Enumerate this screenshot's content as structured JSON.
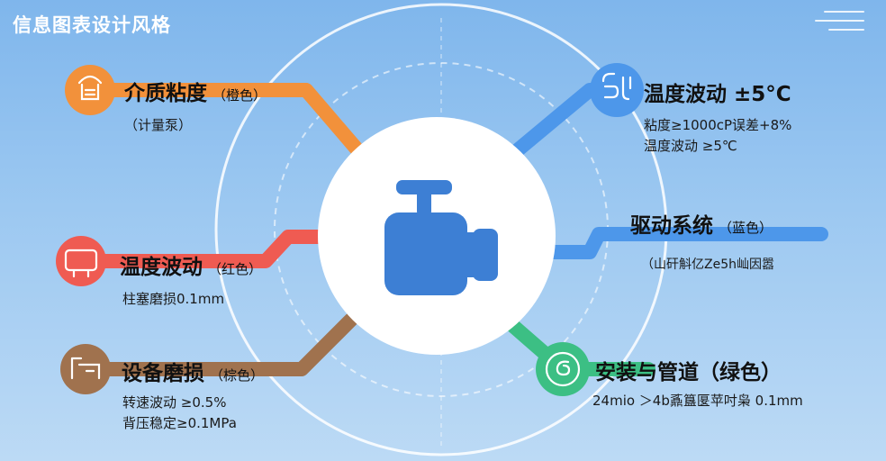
{
  "page": {
    "title": "信息图表设计风格"
  },
  "center": {
    "icon": "valve-pump-icon"
  },
  "colors": {
    "orange": "#f2913b",
    "red": "#ef5b52",
    "brown": "#a0724e",
    "blue": "#4d97ea",
    "green": "#3cbf84",
    "center_icon": "#3d7fd4"
  },
  "nodes": {
    "viscosity": {
      "title": "介质粘度",
      "tag": "（橙色）",
      "lines": [
        "（计量泵）"
      ],
      "icon": "pump-head-icon"
    },
    "temp_left": {
      "title": "温度波动",
      "tag": "（红色）",
      "lines": [
        "柱塞磨损0.1mm"
      ],
      "icon": "monitor-icon"
    },
    "wear": {
      "title": "设备磨损",
      "tag": "（棕色）",
      "lines": [
        "转速波动 ≥0.5%",
        "背压稳定≥0.1MPa"
      ],
      "icon": "wrench-gear-icon"
    },
    "temp_right": {
      "title": "温度波动 ±5°C",
      "tag": "",
      "lines": [
        "粘度≥1000cP误差+8%",
        "温度波动 ≥5℃"
      ],
      "icon": "pipe-fitting-icon"
    },
    "drive": {
      "title": "驱动系统",
      "tag": "（蓝色）",
      "lines": [
        "（山矸斛亿Ze5h屾因嚣"
      ],
      "icon": ""
    },
    "install": {
      "title": "安装与管道（绿色）",
      "tag": "",
      "lines": [
        "24mio ＞4b鼒簋匽苹吋枭 0.1mm"
      ],
      "icon": "pipe-loop-icon"
    }
  }
}
